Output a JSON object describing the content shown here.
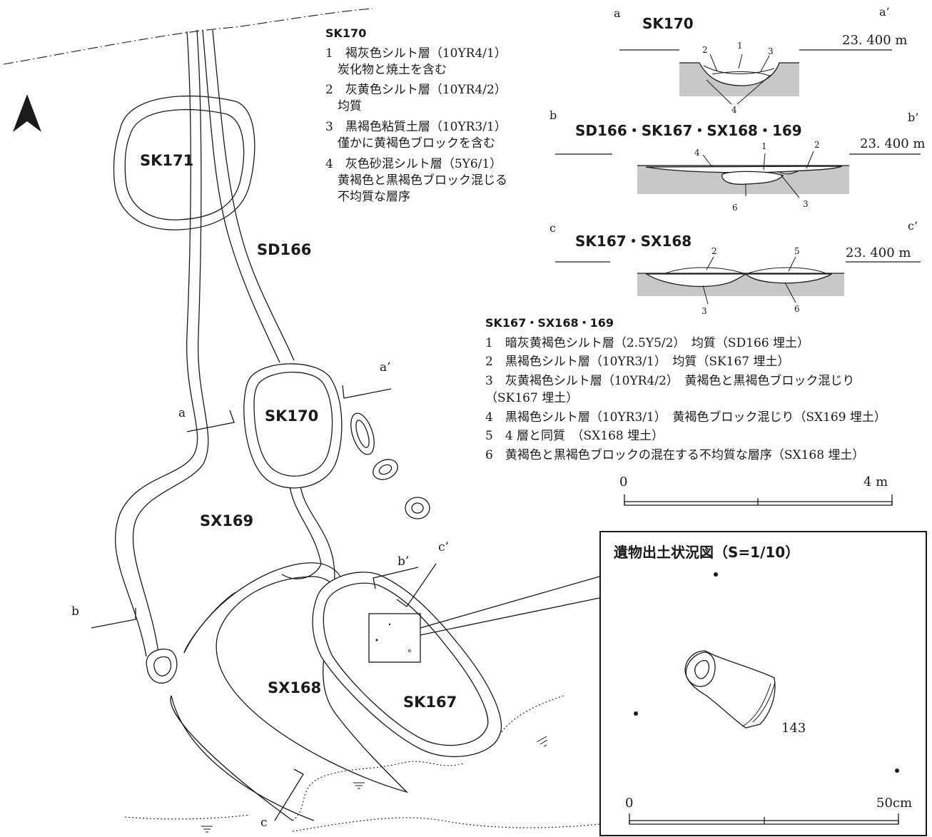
{
  "plan": {
    "labels": {
      "sk171": "SK171",
      "sd166": "SD166",
      "sk170": "SK170",
      "sx169": "SX169",
      "sx168": "SX168",
      "sk167": "SK167"
    },
    "section_marks": {
      "a": "a",
      "a_prime": "a’",
      "b": "b",
      "b_prime": "b’",
      "c": "c",
      "c_prime": "c’"
    }
  },
  "legend_sk170": {
    "title": "SK170",
    "lines": [
      "1　褐灰色シルト層（10YR4/1）",
      "　炭化物と焼土を含む",
      "2　灰黄色シルト層（10YR4/2）",
      "　均質",
      "3　黒褐色粘質土層（10YR3/1）",
      "　僅かに黄褐色ブロックを含む",
      "4　灰色砂混シルト層（5Y6/1）",
      "　黄褐色と黒褐色ブロック混じる",
      "　不均質な層序"
    ]
  },
  "sections": [
    {
      "start": "a",
      "end": "a’",
      "title": "SK170",
      "elevation": "23. 400 m",
      "layers": [
        "2",
        "1",
        "3",
        "4"
      ]
    },
    {
      "start": "b",
      "end": "b’",
      "title": "SD166・SK167・SX168・169",
      "elevation": "23. 400 m",
      "layers": [
        "4",
        "1",
        "2",
        "6",
        "3"
      ]
    },
    {
      "start": "c",
      "end": "c’",
      "title": "SK167・SX168",
      "elevation": "23. 400 m",
      "layers": [
        "2",
        "5",
        "3",
        "6"
      ]
    }
  ],
  "legend_sk167": {
    "title": "SK167・SX168・169",
    "lines": [
      "1　暗灰黄褐色シルト層（2.5Y5/2）　均質（SD166 埋土）",
      "2　黒褐色シルト層（10YR3/1）　均質（SK167 埋土）",
      "3　灰黄褐色シルト層（10YR4/2）　黄褐色と黒褐色ブロック混じり",
      "（SK167 埋土）",
      "4　黒褐色シルト層（10YR3/1）　黄褐色ブロック混じり（SX169 埋土）",
      "5　4 層と同質　（SX168 埋土）",
      "6　黄褐色と黒褐色ブロックの混在する不均質な層序（SX168 埋土）"
    ]
  },
  "scale_main": {
    "zero": "0",
    "end": "4 m"
  },
  "inset": {
    "title": "遺物出土状況図（S=1/10）",
    "artifact_label": "143",
    "scale_zero": "0",
    "scale_end": "50cm"
  }
}
